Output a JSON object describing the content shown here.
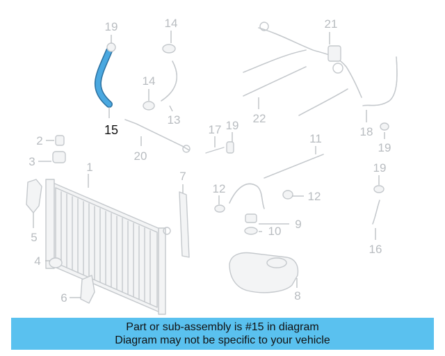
{
  "callouts": {
    "c1": "1",
    "c2": "2",
    "c3": "3",
    "c4": "4",
    "c5": "5",
    "c6": "6",
    "c7": "7",
    "c8": "8",
    "c9": "9",
    "c10": "10",
    "c11": "11",
    "c12a": "12",
    "c12b": "12",
    "c13": "13",
    "c14a": "14",
    "c14b": "14",
    "c15": "15",
    "c16": "16",
    "c17": "17",
    "c18": "18",
    "c19a": "19",
    "c19b": "19",
    "c19c": "19",
    "c19d": "19",
    "c20": "20",
    "c21": "21",
    "c22": "22"
  },
  "colors": {
    "highlight_part": "#4aa8e0",
    "banner": "#5ac1ef",
    "parts": "#c4c8cc"
  },
  "banner": {
    "line1": "Part or sub-assembly is #15 in diagram",
    "line2": "Diagram may not be specific to your vehicle"
  }
}
